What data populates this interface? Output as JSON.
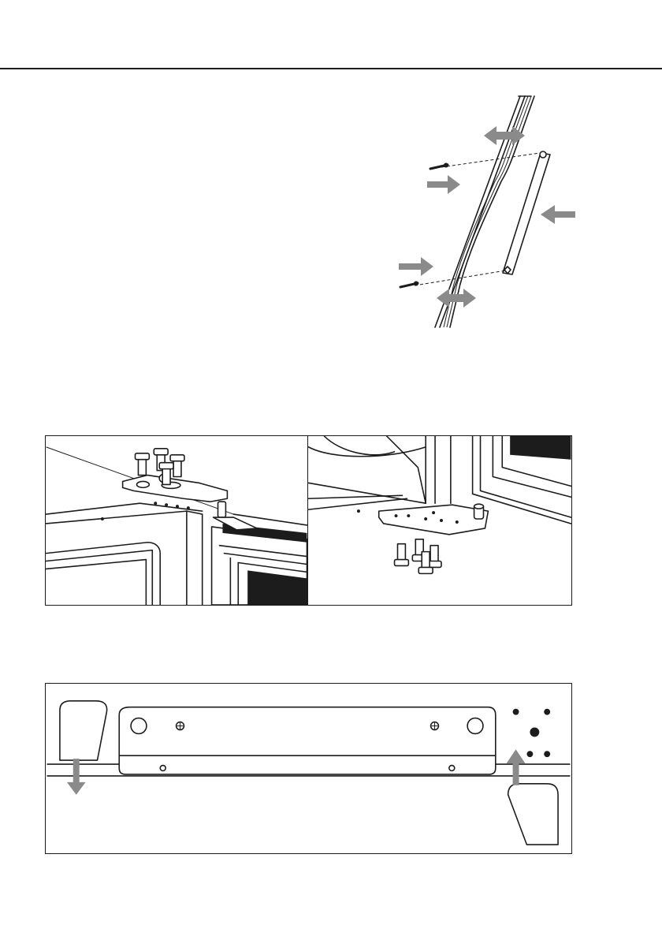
{
  "colors": {
    "line": "#1c1c1c",
    "arrow": "#8a8a8a",
    "background": "#ffffff"
  },
  "figures": [
    {
      "id": "door-handle-replacement",
      "icon": "door-handle-gasket-screws"
    },
    {
      "id": "top-hinge-bracket",
      "icon": "hinge-bracket-bolts-top"
    },
    {
      "id": "bottom-hinge-bracket",
      "icon": "hinge-bracket-bolts-bottom"
    },
    {
      "id": "hinge-cover-plate",
      "icon": "hinge-cover-plugs"
    }
  ]
}
